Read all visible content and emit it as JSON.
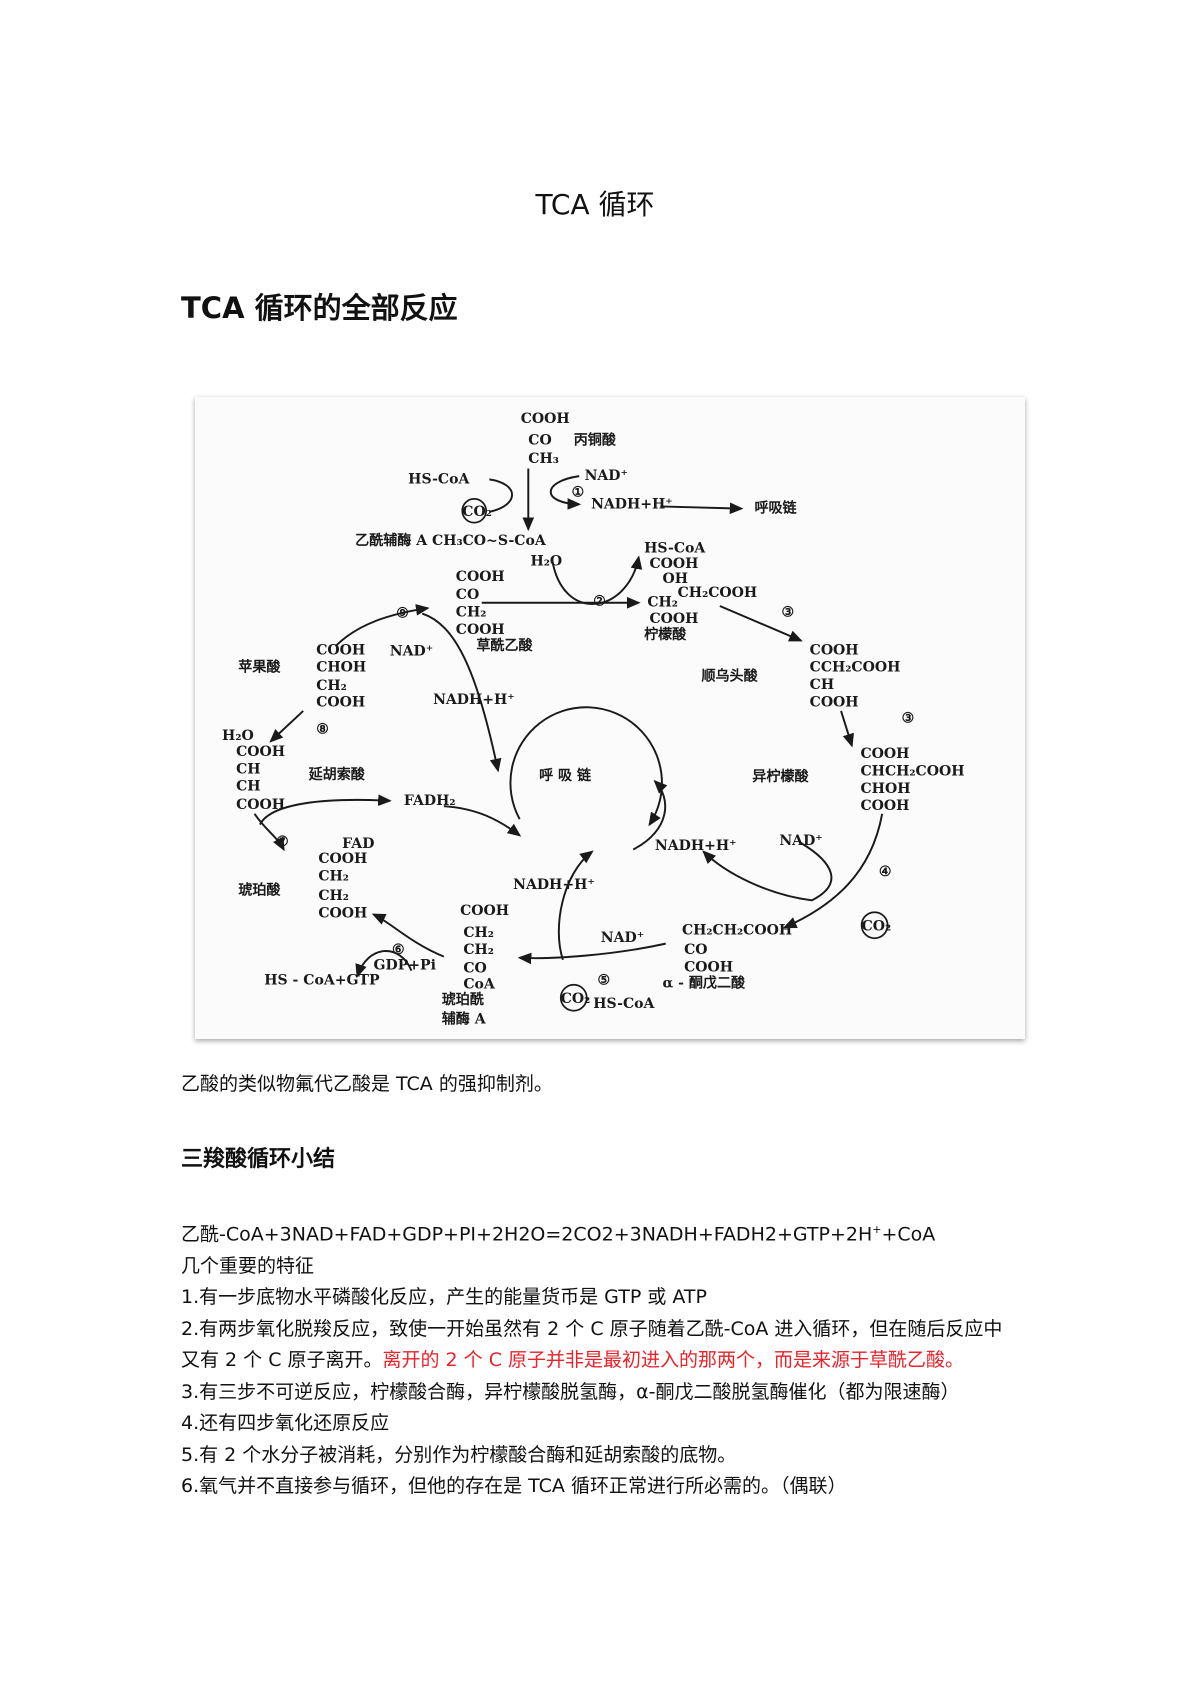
{
  "title": "TCA 循环",
  "heading": "TCA 循环的全部反应",
  "diagram": {
    "labels": [
      "COOH",
      "CO",
      "丙铜酸",
      "CH₃",
      "HS-CoA",
      "NAD⁺",
      "①",
      "NADH+H⁺",
      "呼吸链",
      "乙酰辅酶 A CH₃CO~S-CoA",
      "HS-CoA",
      "H₂O",
      "COOH",
      "OH",
      "CH₂COOH",
      "CH₂",
      "COOH",
      "柠檬酸",
      "②",
      "COOH",
      "CO",
      "CH₂",
      "COOH",
      "草酰乙酸",
      "⑨",
      "③",
      "COOH",
      "顺乌头酸",
      "CCH₂COOH",
      "CH",
      "COOH",
      "③",
      "异柠檬酸",
      "COOH",
      "CHCH₂COOH",
      "CHOH",
      "COOH",
      "NAD⁺",
      "NADH+H⁺",
      "④",
      "CH₂CH₂COOH",
      "CO",
      "COOH",
      "α - 酮戊二酸",
      "NAD⁺",
      "⑤",
      "HS-CoA",
      "NADH+H⁺",
      "COOH",
      "CH₂",
      "CH₂",
      "CO",
      "CoA",
      "琥珀酰",
      "辅酶 A",
      "⑥",
      "GDP+Pi",
      "HS - CoA+GTP",
      "琥珀酸",
      "COOH",
      "CH₂",
      "CH₂",
      "COOH",
      "FAD",
      "⑦",
      "FADH₂",
      "H₂O",
      "⑧",
      "COOH",
      "CH",
      "CH",
      "COOH",
      "延胡索酸",
      "苹果酸",
      "COOH",
      "CHOH",
      "CH₂",
      "COOH",
      "NAD⁺",
      "NADH+H⁺",
      "呼 吸 链"
    ],
    "co2_labels": [
      "CO₂",
      "CO₂",
      "CO₂"
    ]
  },
  "caption": "乙酸的类似物氟代乙酸是 TCA 的强抑制剂。",
  "subheading": "三羧酸循环小结",
  "equation": {
    "main": "乙酰-CoA+3NAD+FAD+GDP+PI+2H2O=2CO2+3NADH+FADH2+GTP+2H",
    "sup": "+",
    "tail": "+CoA"
  },
  "features_title": "几个重要的特征",
  "features": {
    "f1": "1.有一步底物水平磷酸化反应，产生的能量货币是 GTP 或 ATP",
    "f2": "2.有两步氧化脱羧反应，致使一开始虽然有 2 个 C 原子随着乙酰-CoA 进入循环，但在随后反应中又有 2 个 C 原子离开。",
    "f2_red": "离开的 2 个 C 原子并非是最初进入的那两个，而是来源于草酰乙酸。",
    "f3": "3.有三步不可逆反应，柠檬酸合酶，异柠檬酸脱氢酶，α-酮戊二酸脱氢酶催化（都为限速酶）",
    "f4": "4.还有四步氧化还原反应",
    "f5": "5.有 2 个水分子被消耗，分别作为柠檬酸合酶和延胡索酸的底物。",
    "f6": "6.氧气并不直接参与循环，但他的存在是 TCA 循环正常进行所必需的。（偶联）"
  },
  "colors": {
    "highlight": "#e8232a"
  }
}
